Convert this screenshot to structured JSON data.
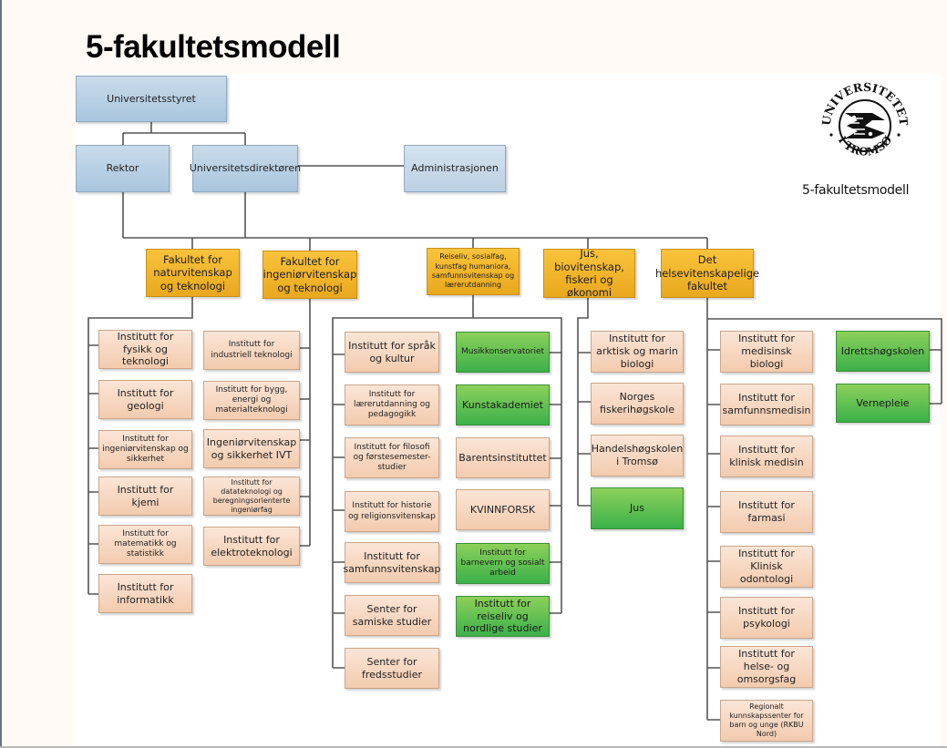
{
  "slide": {
    "title": "5-fakultetsmodell",
    "logo": {
      "icon": "university-of-tromso-seal",
      "text_top": "UNIVERSITETET",
      "text_bottom": "I TROMSØ",
      "caption": "5-fakultetsmodell"
    }
  },
  "colors": {
    "governance": "#b7cfe4",
    "faculty": "#f2b52b",
    "department": "#f8dcc8",
    "unit": "#5cbf4a",
    "connector": "#555555"
  },
  "org": {
    "board": "Universitetsstyret",
    "rector": "Rektor",
    "director": "Universitetsdirektøren",
    "administration": "Administrasjonen",
    "faculties": [
      {
        "name": "Fakultet for naturvitenskap og teknologi",
        "departments": [
          "Institutt for fysikk og teknologi",
          "Institutt for geologi",
          "Institutt for ingeniørvitenskap og sikkerhet",
          "Institutt for kjemi",
          "Institutt for matematikk og statistikk",
          "Institutt for informatikk"
        ],
        "units": []
      },
      {
        "name": "Fakultet for ingeniørvitenskap og teknologi",
        "departments": [
          "Institutt for industriell teknologi",
          "Institutt for bygg, energi og materialteknologi",
          "Ingeniørvitenskap og sikkerhet IVT",
          "Institutt for datateknologi og beregningsorienterte ingeniørfag",
          "Institutt for elektroteknologi"
        ],
        "units": []
      },
      {
        "name": "Reiseliv, sosialfag, kunstfag humaniora, samfunnsvitenskap og lærerutdanning",
        "departments": [
          "Institutt for språk og kultur",
          "Institutt for lærerutdanning og pedagogikk",
          "Institutt for filosofi og førstesemester-studier",
          "Institutt for historie og religionsvitenskap",
          "Institutt for samfunnsvitenskap",
          "Senter for samiske studier",
          "Senter for fredsstudier"
        ],
        "units": [
          {
            "name": "Musikkonservatoriet",
            "type": "new"
          },
          {
            "name": "Kunstakademiet",
            "type": "new"
          },
          {
            "name": "Barentsinstituttet",
            "type": "existing"
          },
          {
            "name": "KVINNFORSK",
            "type": "existing"
          },
          {
            "name": "Institutt for barnevern og sosialt arbeid",
            "type": "new"
          },
          {
            "name": "Institutt for reiseliv og nordlige studier",
            "type": "new"
          }
        ]
      },
      {
        "name": "Jus, biovitenskap, fiskeri og økonomi",
        "departments": [
          "Institutt for arktisk og marin biologi",
          "Norges fiskerihøgskole",
          "Handelshøgskolen i Tromsø"
        ],
        "units": [
          {
            "name": "Jus",
            "type": "new"
          }
        ]
      },
      {
        "name": "Det helsevitenskapelige fakultet",
        "departments": [
          "Institutt for medisinsk biologi",
          "Institutt for samfunnsmedisin",
          "Institutt for klinisk medisin",
          "Institutt for farmasi",
          "Institutt for  Klinisk odontologi",
          "Institutt for psykologi",
          "Institutt for helse- og omsorgsfag",
          "Regionalt kunnskapssenter for barn og unge (RKBU Nord)"
        ],
        "units": [
          {
            "name": "Idrettshøgskolen",
            "type": "new"
          },
          {
            "name": "Vernepleie",
            "type": "new"
          }
        ]
      }
    ]
  }
}
